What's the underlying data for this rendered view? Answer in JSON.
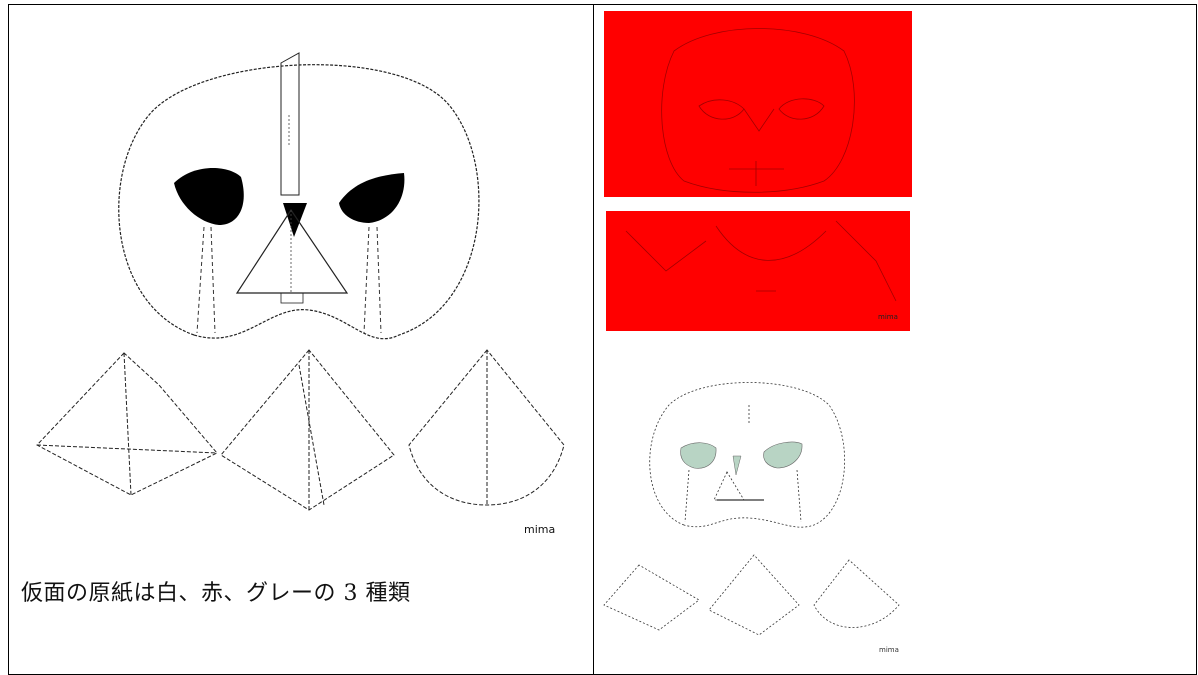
{
  "caption": "仮面の原紙は白、赤、グレーの 3 種類",
  "figures": {
    "white_template": {
      "paper_color": "#ffffff",
      "eye_color": "#000000",
      "brand_mark": "mima"
    },
    "red_template_top": {
      "paper_color": "#ff0000"
    },
    "red_template_bottom": {
      "paper_color": "#ff0000",
      "brand_mark": "mima"
    },
    "gray_template": {
      "paper_color": "#ffffff",
      "eye_color": "#b8d4c4",
      "brand_mark": "mima"
    }
  }
}
